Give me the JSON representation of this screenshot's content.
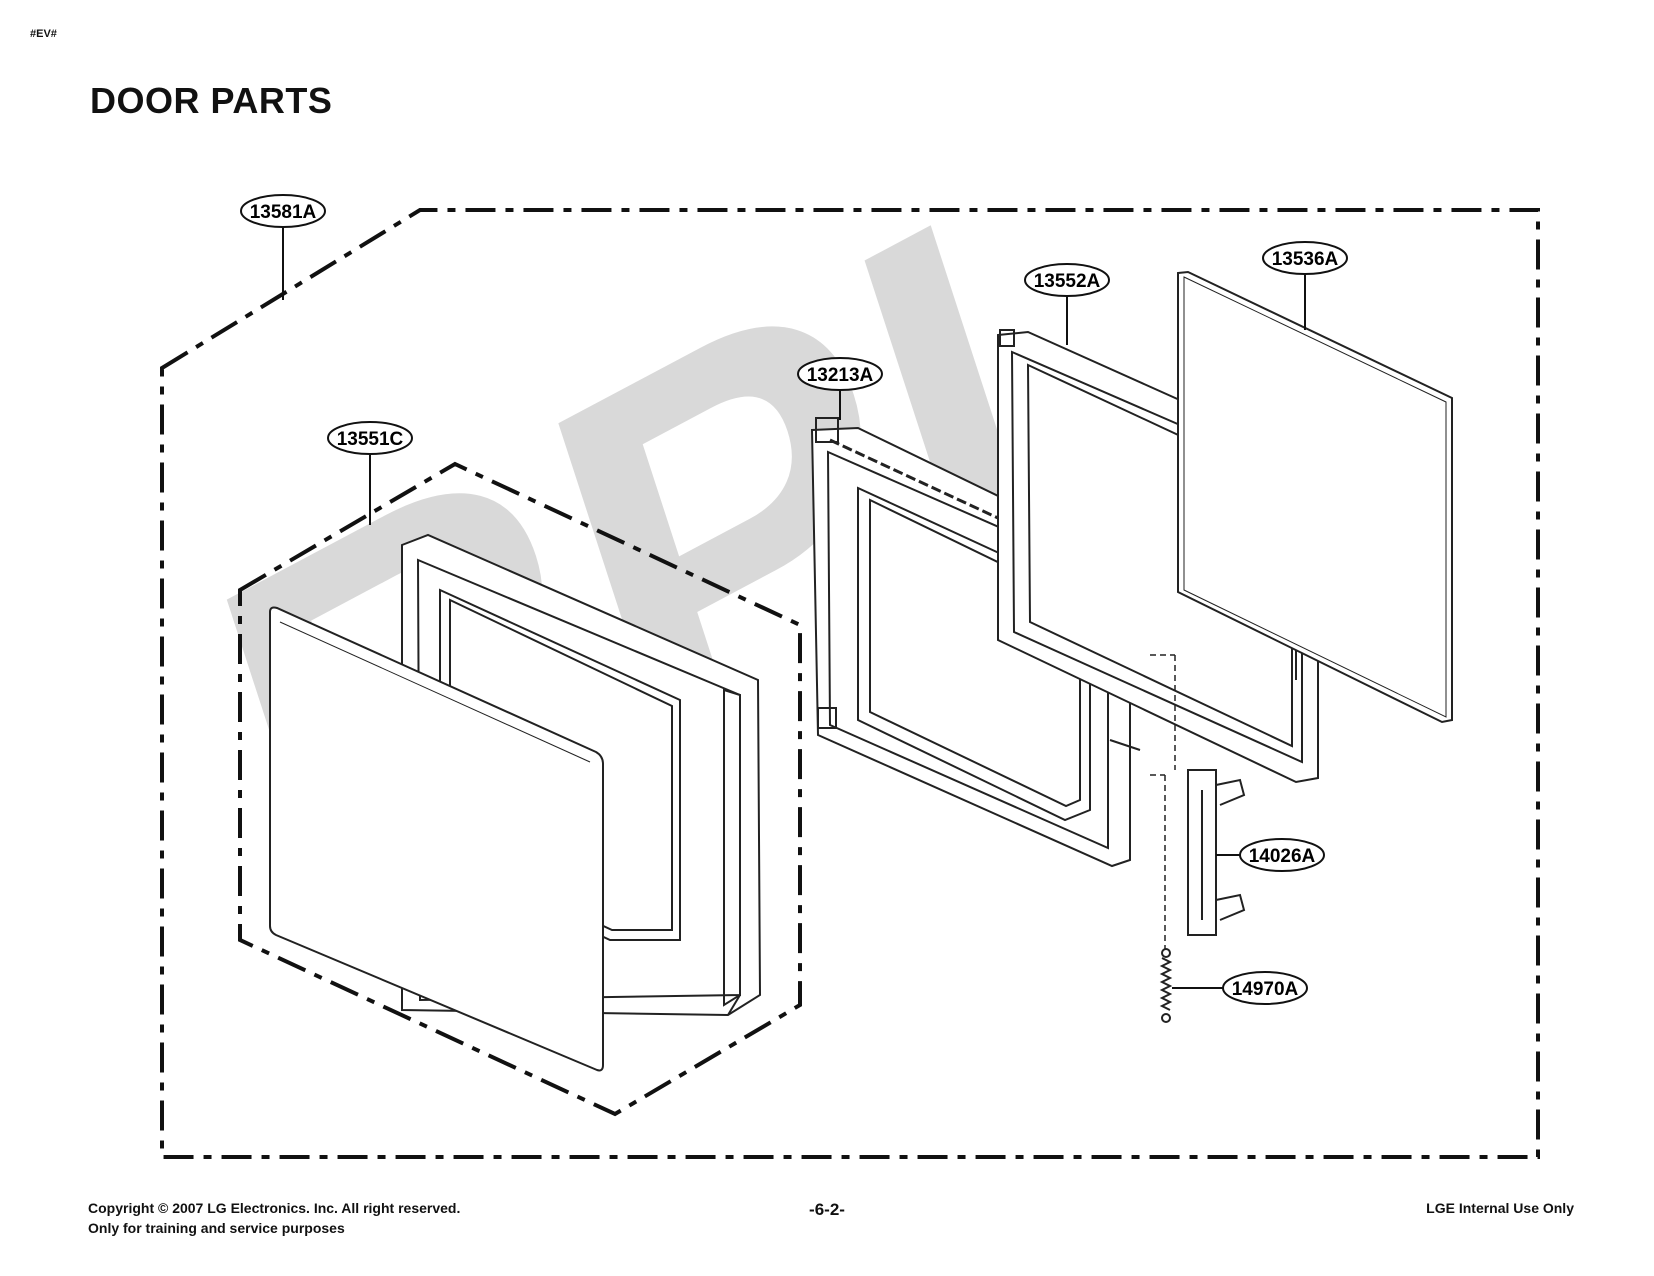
{
  "header": {
    "tag": "#EV#",
    "title": "DOOR PARTS"
  },
  "watermark": {
    "text": "RPI"
  },
  "parts": [
    {
      "id": "door-assembly",
      "label": "13581A"
    },
    {
      "id": "door-frame",
      "label": "13551C"
    },
    {
      "id": "choke-cover",
      "label": "13213A"
    },
    {
      "id": "door-screen",
      "label": "13552A"
    },
    {
      "id": "door-glass",
      "label": "13536A"
    },
    {
      "id": "latch-board",
      "label": "14026A"
    },
    {
      "id": "latch-spring",
      "label": "14970A"
    }
  ],
  "footer": {
    "copyright": "Copyright © 2007 LG Electronics. Inc. All right reserved.",
    "purpose": "Only for training and service purposes",
    "page": "-6-2-",
    "internal": "LGE Internal Use Only"
  },
  "colors": {
    "ink": "#111111",
    "watermark": "#d4d4d4"
  }
}
